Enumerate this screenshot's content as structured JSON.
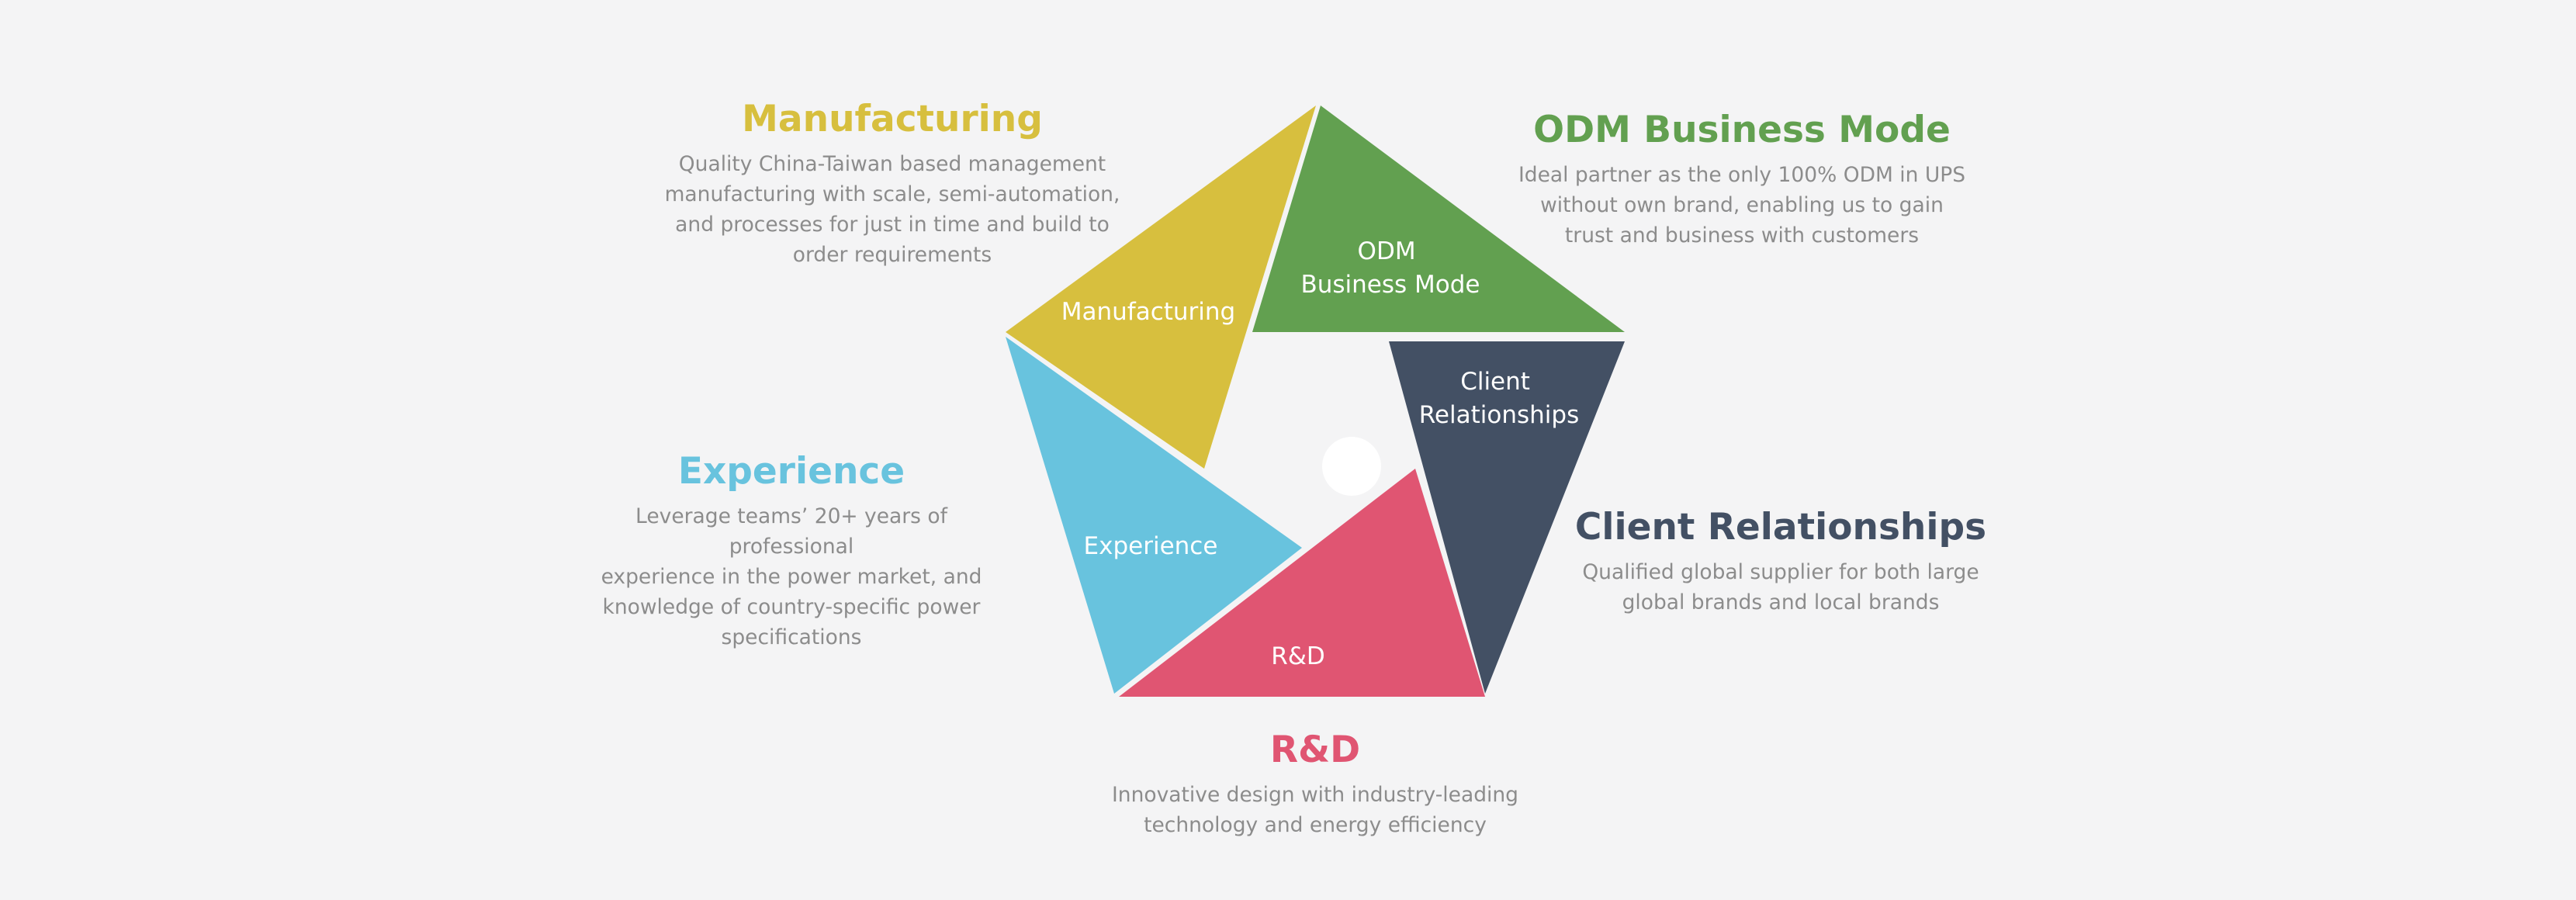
{
  "colors": {
    "background": "#f4f4f5",
    "manufacturing": "#d7bf3e",
    "odm": "#62a050",
    "client": "#435064",
    "rd": "#e05572",
    "experience": "#68c3de",
    "description_text": "#8c8c8c"
  },
  "segments": {
    "manufacturing": {
      "label": [
        "Manufacturing"
      ]
    },
    "odm": {
      "label": [
        "ODM",
        "Business Mode"
      ]
    },
    "client": {
      "label": [
        "Client",
        "Relationships"
      ]
    },
    "rd": {
      "label": [
        "R&D"
      ]
    },
    "experience": {
      "label": [
        "Experience"
      ]
    }
  },
  "captions": {
    "manufacturing": {
      "title": "Manufacturing",
      "lines": [
        "Quality China-Taiwan based management",
        "manufacturing with scale, semi-automation,",
        "and processes for just in time and build to",
        "order requirements"
      ]
    },
    "odm": {
      "title": "ODM Business Mode",
      "lines": [
        "Ideal partner as the only 100% ODM in UPS",
        "without own brand, enabling us to gain",
        "trust and business with customers"
      ]
    },
    "experience": {
      "title": "Experience",
      "lines": [
        "Leverage teams’ 20+ years of professional",
        "experience in the power market, and",
        "knowledge of country-specific power",
        "specifications"
      ]
    },
    "client": {
      "title": "Client Relationships",
      "lines": [
        "Qualified global supplier for both large",
        "global brands and local brands"
      ]
    },
    "rd": {
      "title": "R&D",
      "lines": [
        "Innovative design with industry-leading",
        "technology and energy efficiency"
      ]
    }
  }
}
